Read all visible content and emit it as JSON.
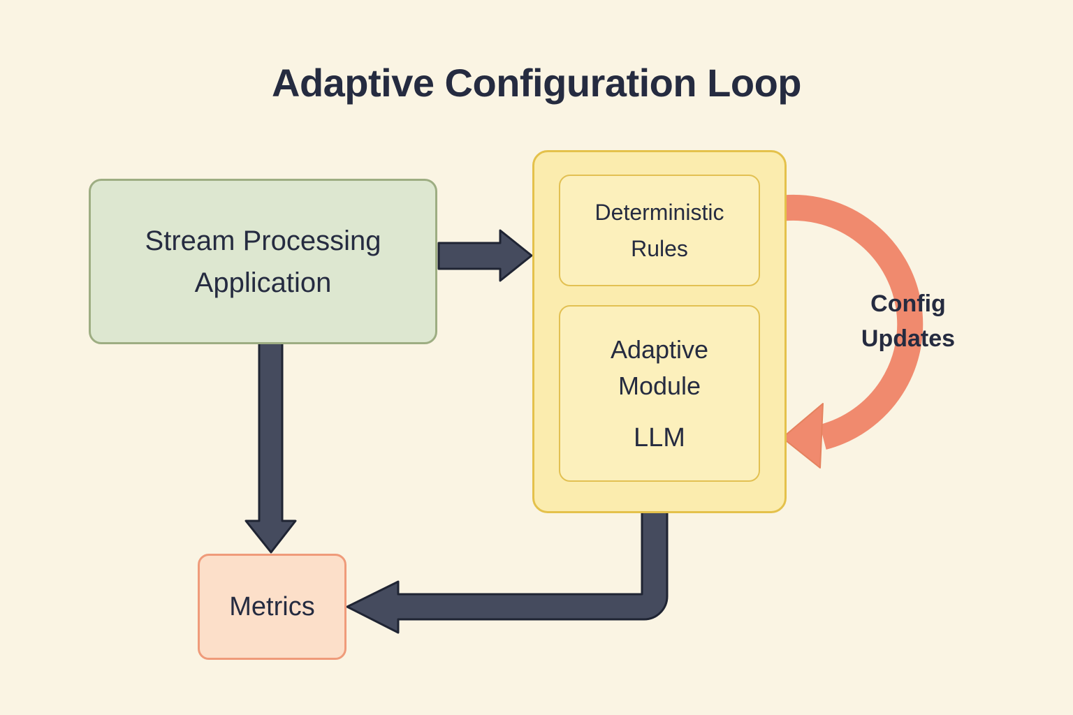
{
  "title": "Adaptive Configuration Loop",
  "nodes": {
    "stream_app": {
      "line1": "Stream Processing",
      "line2": "Application"
    },
    "rules": {
      "line1": "Deterministic",
      "line2": "Rules"
    },
    "adaptive": {
      "line1": "Adaptive",
      "line2": "Module",
      "line3": "LLM"
    },
    "metrics": {
      "label": "Metrics"
    }
  },
  "config_updates_label": {
    "line1": "Config",
    "line2": "Updates"
  },
  "edges": [
    {
      "from": "Stream Processing Application",
      "to": "Deterministic Rules",
      "style": "dark-block-arrow"
    },
    {
      "from": "Stream Processing Application",
      "to": "Metrics",
      "style": "dark-block-arrow"
    },
    {
      "from": "Adaptive Module LLM",
      "to": "Metrics",
      "style": "dark-block-arrow"
    },
    {
      "from": "Deterministic Rules",
      "to": "Adaptive Module LLM",
      "label": "Config Updates",
      "style": "orange-curved-arrow"
    }
  ],
  "colors": {
    "bg": "#faf4e3",
    "ink": "#252b40",
    "green_fill": "#dde7d0",
    "green_border": "#9dad82",
    "yellow_fill": "#fbecae",
    "yellow_border": "#e4c14b",
    "inner_fill": "#fcf0bc",
    "inner_border": "#e2c052",
    "peach_fill": "#fcdfc9",
    "peach_border": "#ef9b7a",
    "arrow_fill": "#454b5e",
    "arrow_outline": "#1f2433",
    "orange": "#f08a6e",
    "orange_edge": "#e5825f"
  }
}
